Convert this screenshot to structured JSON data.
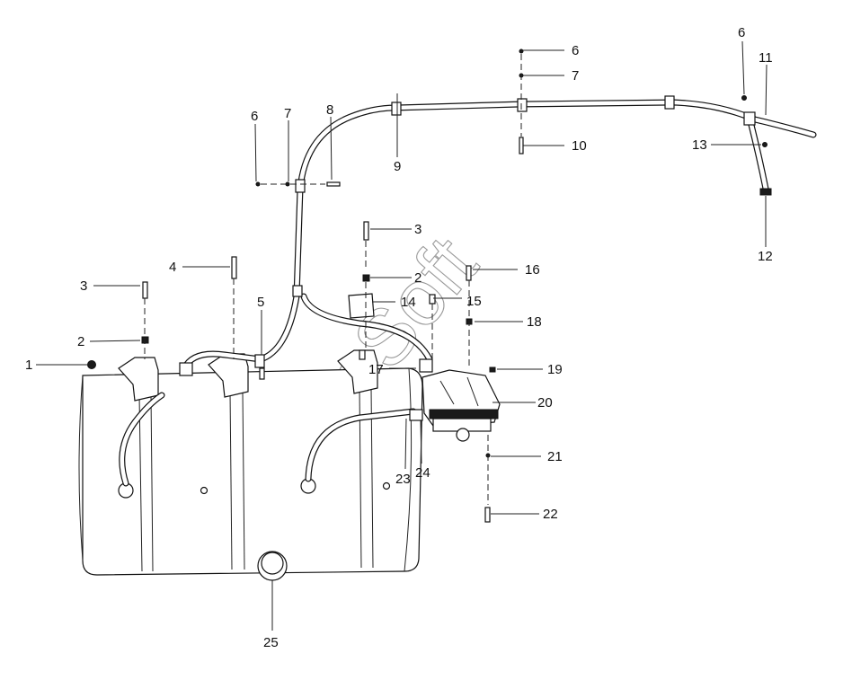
{
  "watermark": "AutoSoft",
  "callouts": [
    "1",
    "2",
    "3",
    "4",
    "5",
    "6",
    "7",
    "8",
    "9",
    "10",
    "11",
    "12",
    "13",
    "14",
    "15",
    "16",
    "17",
    "18",
    "19",
    "20",
    "21",
    "22",
    "23",
    "24",
    "25"
  ]
}
